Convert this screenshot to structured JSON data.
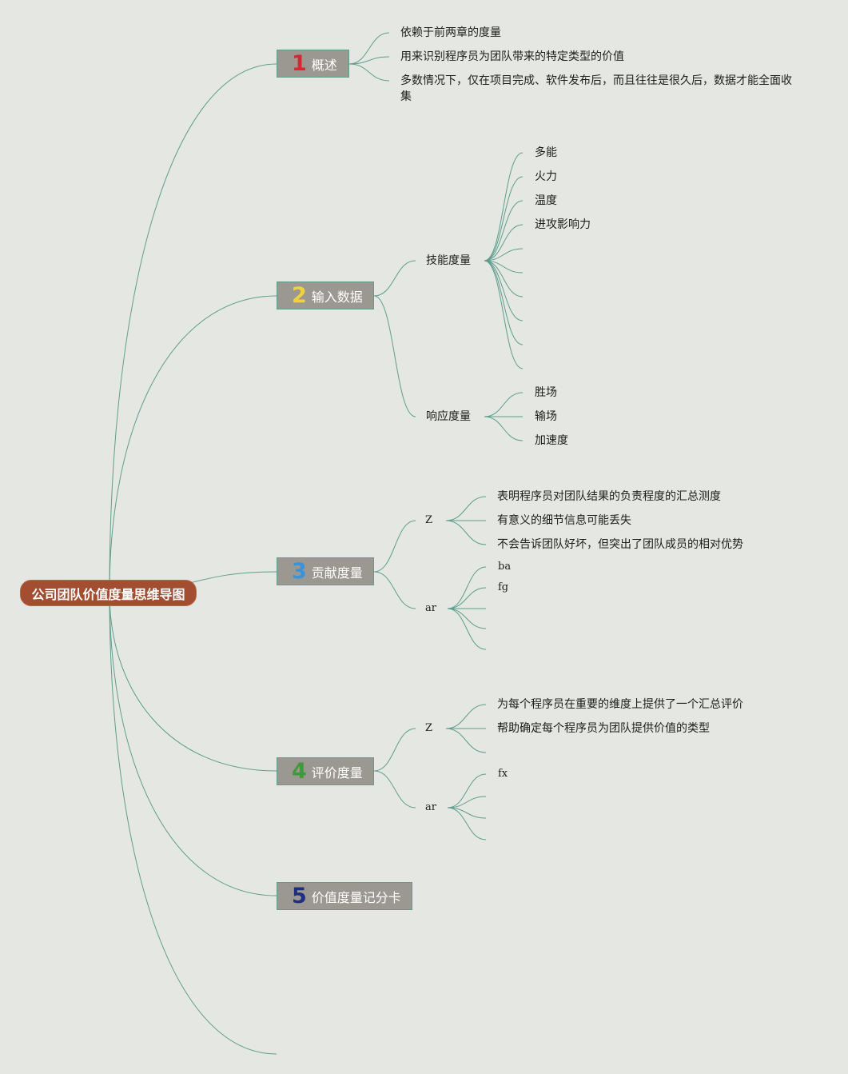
{
  "colors": {
    "background": "#e4e7e2",
    "link": "#5f9e8f",
    "root_fill": "#a34e31",
    "topic_fill": "#9a9891"
  },
  "root": {
    "label": "公司团队价值度量思维导图"
  },
  "topics": [
    {
      "number": "1",
      "label": "概述",
      "number_color": "#d8272f",
      "children": [
        {
          "label": "依赖于前两章的度量"
        },
        {
          "label": "用来识别程序员为团队带来的特定类型的价值"
        },
        {
          "label": "多数情况下，仅在项目完成、软件发布后，而且往往是很久后，数据才能全面收集"
        }
      ]
    },
    {
      "number": "2",
      "label": "输入数据",
      "number_color": "#f2d23c",
      "children": [
        {
          "label": "技能度量",
          "children": [
            "多能",
            "火力",
            "温度",
            "进攻影响力",
            "",
            "",
            "",
            "",
            ""
          ]
        },
        {
          "label": "响应度量",
          "children": [
            "胜场",
            "输场",
            "加速度"
          ]
        }
      ]
    },
    {
      "number": "3",
      "label": "贡献度量",
      "number_color": "#3a93d8",
      "children": [
        {
          "label": "Z",
          "children": [
            "表明程序员对团队结果的负责程度的汇总测度",
            "有意义的细节信息可能丢失",
            "不会告诉团队好坏，但突出了团队成员的相对优势"
          ]
        },
        {
          "label": "ar",
          "children": [
            "ba",
            "fg",
            "",
            "",
            ""
          ]
        }
      ]
    },
    {
      "number": "4",
      "label": "评价度量",
      "number_color": "#3f9b3a",
      "children": [
        {
          "label": "Z",
          "children": [
            "为每个程序员在重要的维度上提供了一个汇总评价",
            "帮助确定每个程序员为团队提供价值的类型",
            ""
          ]
        },
        {
          "label": "ar",
          "children": [
            "fx",
            "",
            "",
            ""
          ]
        }
      ]
    },
    {
      "number": "5",
      "label": "价值度量记分卡",
      "number_color": "#1f2f7d",
      "children": []
    }
  ]
}
